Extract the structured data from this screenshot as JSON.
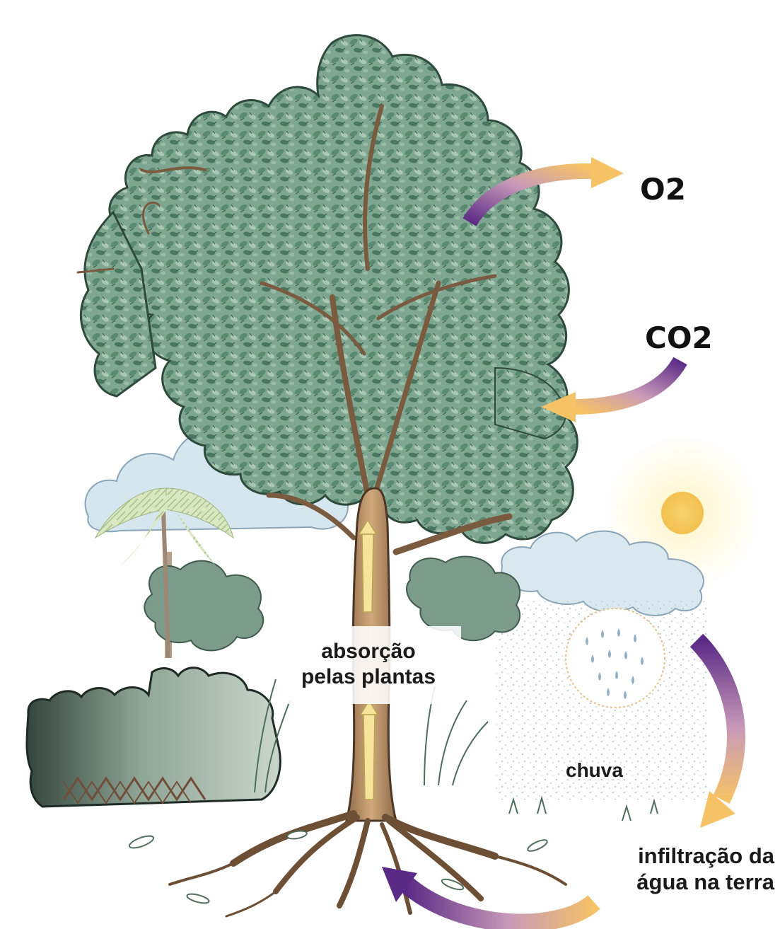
{
  "labels": {
    "o2": "O2",
    "co2": "CO2",
    "absorption_line1": "absorção",
    "absorption_line2": "pelas plantas",
    "rain": "chuva",
    "infiltration_line1": "infiltração da",
    "infiltration_line2": "água na terra"
  },
  "colors": {
    "arrow_start": "#5b2a86",
    "arrow_end": "#f5c266",
    "foliage": "#6f9a82",
    "foliage_dark": "#3f6b58",
    "trunk": "#c49a6c",
    "cloud": "#d6e6ef",
    "sun": "#f3cf6b",
    "rain": "#9fb7c9",
    "flow_arrow": "#f5e49a"
  }
}
